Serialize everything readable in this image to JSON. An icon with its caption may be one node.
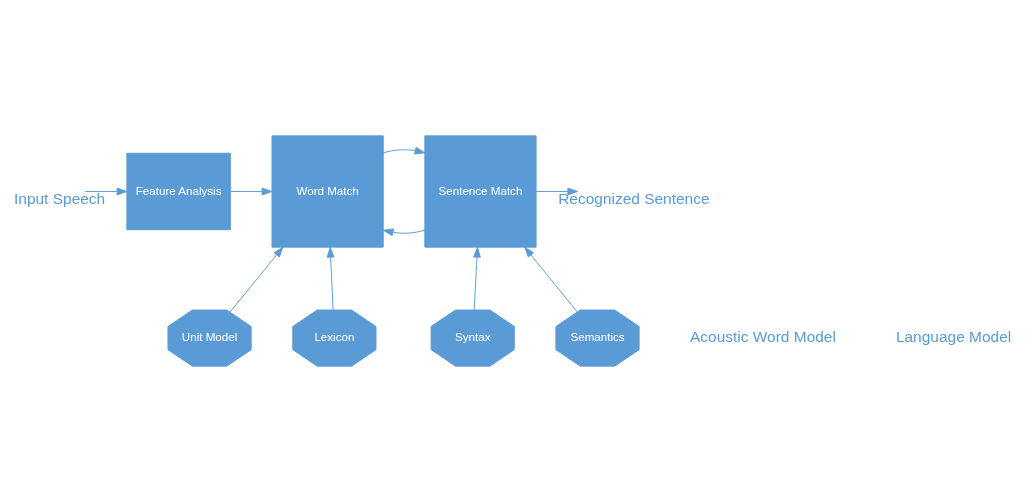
{
  "diagram": {
    "nodes": [
      {
        "text": [
          "Feature Analysis"
        ]
      },
      {
        "text": [
          "Word Match"
        ]
      },
      {
        "text": [
          "Sentence Match"
        ]
      },
      {
        "text": [
          "Unit Model"
        ]
      },
      {
        "text": [
          "Lexicon"
        ]
      },
      {
        "text": [
          "Syntax"
        ]
      },
      {
        "text": [
          "Semantics"
        ]
      }
    ],
    "edges": [
      {
        "from": null,
        "to": 0,
        "arrow": "to",
        "label": "Input Speech"
      },
      {
        "from": 0,
        "to": 1,
        "arrow": "to"
      },
      {
        "from": 1,
        "to": 2,
        "arrow": "to"
      },
      {
        "from": 2,
        "to": 1,
        "arrow": "to"
      },
      {
        "from": 2,
        "to": null,
        "arrow": "to",
        "label": "Recognized Sentence"
      },
      {
        "from": 3,
        "to": 1,
        "arrow": "to"
      },
      {
        "from": 4,
        "to": 1,
        "arrow": "to"
      },
      {
        "from": 5,
        "to": 2,
        "arrow": "to"
      },
      {
        "from": 6,
        "to": 2,
        "arrow": "to"
      }
    ],
    "labels": [
      "Acoustic Word Model",
      "Language Model"
    ]
  }
}
